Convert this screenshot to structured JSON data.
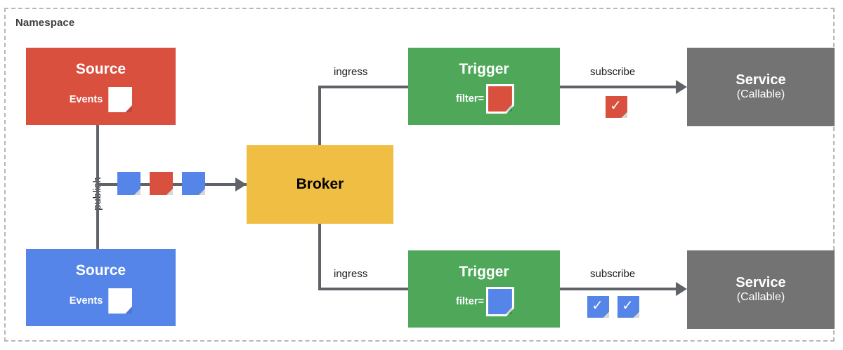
{
  "namespace": {
    "label": "Namespace"
  },
  "colors": {
    "red": "#d9503f",
    "blue": "#5585e8",
    "green": "#4fa85a",
    "amber": "#f0be42",
    "gray": "#737373",
    "line": "#5f6368",
    "frame_dash": "#b7b7b7",
    "text_dark": "#202124",
    "white": "#ffffff"
  },
  "nodes": {
    "source_red": {
      "title": "Source",
      "events_label": "Events",
      "color": "#d9503f",
      "event_doc_color": "#ffffff"
    },
    "source_blue": {
      "title": "Source",
      "events_label": "Events",
      "color": "#5585e8",
      "event_doc_color": "#ffffff"
    },
    "broker": {
      "title": "Broker",
      "color": "#f0be42"
    },
    "trigger_top": {
      "title": "Trigger",
      "filter_label": "filter=",
      "color": "#4fa85a",
      "filter_doc_color": "#d9503f"
    },
    "trigger_bottom": {
      "title": "Trigger",
      "filter_label": "filter=",
      "color": "#4fa85a",
      "filter_doc_color": "#5585e8"
    },
    "service_top": {
      "title": "Service",
      "subtitle": "(Callable)",
      "color": "#737373"
    },
    "service_bottom": {
      "title": "Service",
      "subtitle": "(Callable)",
      "color": "#737373"
    }
  },
  "edges": {
    "publish": {
      "label": "publish",
      "orientation": "vertical"
    },
    "ingress_top": {
      "label": "ingress"
    },
    "ingress_bottom": {
      "label": "ingress"
    },
    "subscribe_top": {
      "label": "subscribe"
    },
    "subscribe_bottom": {
      "label": "subscribe"
    }
  },
  "event_stream": {
    "docs": [
      {
        "color": "#5585e8",
        "name": "event-doc-blue-1"
      },
      {
        "color": "#d9503f",
        "name": "event-doc-red"
      },
      {
        "color": "#5585e8",
        "name": "event-doc-blue-2"
      }
    ]
  },
  "delivered": {
    "top": {
      "docs": [
        {
          "color": "#d9503f",
          "check": "✓"
        }
      ]
    },
    "bottom": {
      "docs": [
        {
          "color": "#5585e8",
          "check": "✓"
        },
        {
          "color": "#5585e8",
          "check": "✓"
        }
      ]
    }
  }
}
